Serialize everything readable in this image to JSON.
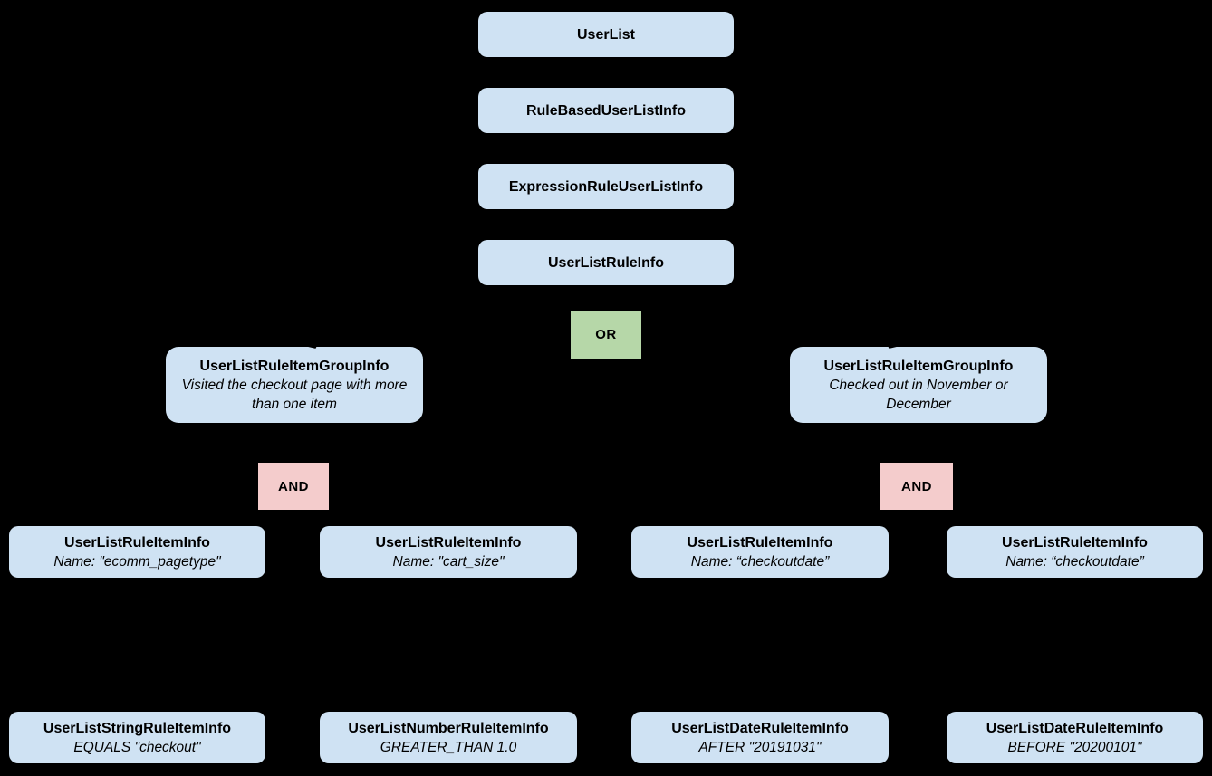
{
  "diagram": {
    "colors": {
      "background": "#000000",
      "node_fill": "#cfe2f3",
      "or_fill": "#b6d7a8",
      "and_fill": "#f4cccc",
      "text": "#000000"
    },
    "chain": [
      {
        "title": "UserList"
      },
      {
        "title": "RuleBasedUserListInfo"
      },
      {
        "title": "ExpressionRuleUserListInfo"
      },
      {
        "title": "UserListRuleInfo"
      }
    ],
    "or_operator": {
      "label": "OR"
    },
    "groups": [
      {
        "title": "UserListRuleItemGroupInfo",
        "description": "Visited the checkout page with more than one item",
        "operator": "AND"
      },
      {
        "title": "UserListRuleItemGroupInfo",
        "description": "Checked out in November or December",
        "operator": "AND"
      }
    ],
    "rule_items": [
      {
        "title": "UserListRuleItemInfo",
        "subtitle": "Name: \"ecomm_pagetype\""
      },
      {
        "title": "UserListRuleItemInfo",
        "subtitle": "Name: \"cart_size\""
      },
      {
        "title": "UserListRuleItemInfo",
        "subtitle": "Name: “checkoutdate”"
      },
      {
        "title": "UserListRuleItemInfo",
        "subtitle": "Name: “checkoutdate”"
      }
    ],
    "leaf_items": [
      {
        "title": "UserListStringRuleItemInfo",
        "subtitle": "EQUALS \"checkout\""
      },
      {
        "title": "UserListNumberRuleItemInfo",
        "subtitle": "GREATER_THAN 1.0"
      },
      {
        "title": "UserListDateRuleItemInfo",
        "subtitle": "AFTER \"20191031\""
      },
      {
        "title": "UserListDateRuleItemInfo",
        "subtitle": "BEFORE \"20200101\""
      }
    ]
  }
}
